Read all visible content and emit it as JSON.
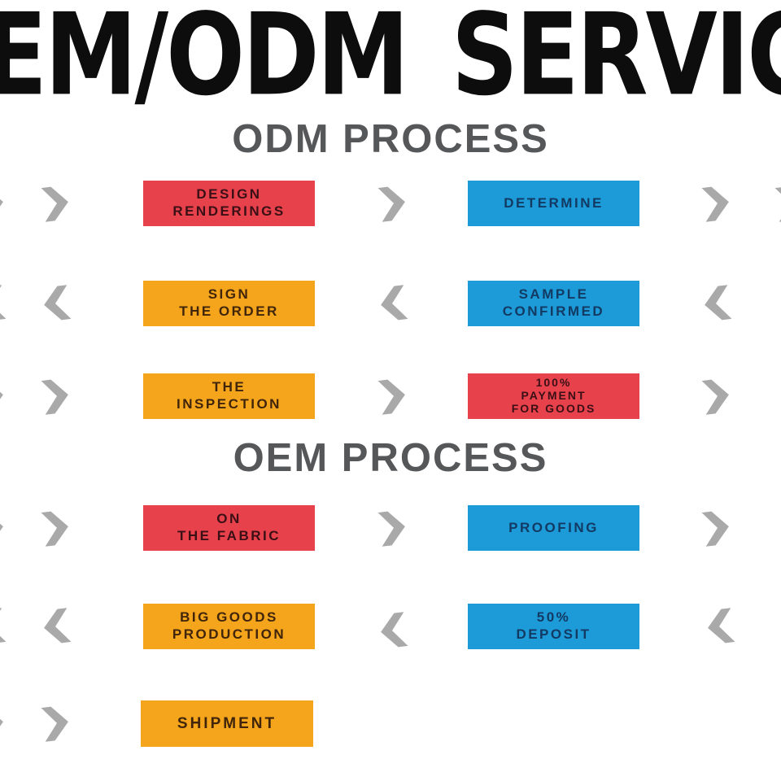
{
  "title": {
    "text": "OEM/ODM SERVICE"
  },
  "colors": {
    "page_bg": "#ffffff",
    "title": "#0d0d0d",
    "heading": "#565759",
    "arrow": "#a9a9a9",
    "red": "#e7424c",
    "blue": "#1d9bd8",
    "orange": "#f4a51c",
    "red_text": "#3a0f15",
    "blue_text": "#123a63",
    "orange_text": "#40250a"
  },
  "sections": [
    {
      "heading": "ODM PROCESS"
    },
    {
      "heading": "OEM PROCESS"
    }
  ],
  "steps": {
    "design_renderings": {
      "color": "red",
      "lines": [
        "DESIGN",
        "RENDERINGS"
      ]
    },
    "determine": {
      "color": "blue",
      "lines": [
        "DETERMINE"
      ]
    },
    "sign_the_order": {
      "color": "orange",
      "lines": [
        "SIGN",
        "THE ORDER"
      ]
    },
    "sample_confirmed": {
      "color": "blue",
      "lines": [
        "SAMPLE",
        "CONFIRMED"
      ]
    },
    "the_inspection": {
      "color": "orange",
      "lines": [
        "THE",
        "INSPECTION"
      ]
    },
    "payment_for_goods": {
      "color": "red",
      "lines": [
        "100%",
        "PAYMENT",
        "FOR GOODS"
      ]
    },
    "on_the_fabric": {
      "color": "red",
      "lines": [
        "ON",
        "THE FABRIC"
      ]
    },
    "proofing": {
      "color": "blue",
      "lines": [
        "PROOFING"
      ]
    },
    "big_goods_production": {
      "color": "orange",
      "lines": [
        "BIG GOODS",
        "PRODUCTION"
      ]
    },
    "deposit": {
      "color": "blue",
      "lines": [
        "50%",
        "DEPOSIT"
      ]
    },
    "shipment": {
      "color": "orange",
      "lines": [
        "SHIPMENT"
      ]
    }
  }
}
